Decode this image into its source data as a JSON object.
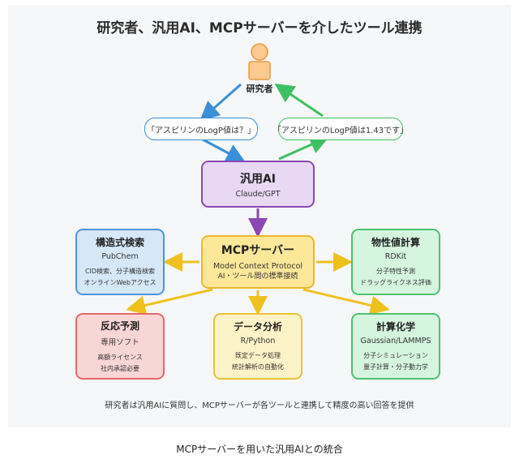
{
  "title": "研究者、汎用AI、MCPサーバーを介したツール連携",
  "person": {
    "label": "研究者"
  },
  "bubbles": {
    "question": "「アスピリンのLogP値は？」",
    "answer": "「アスピリンのLogP値は1.43です」"
  },
  "ai": {
    "title": "汎用AI",
    "subtitle": "Claude/GPT"
  },
  "mcp": {
    "title": "MCPサーバー",
    "line1": "Model Context Protocol",
    "line2": "AI・ツール間の標準接続"
  },
  "tools": [
    {
      "title": "構造式検索",
      "subtitle": "PubChem",
      "line1": "CID検索、分子構造検索",
      "line2": "オンラインWebアクセス"
    },
    {
      "title": "物性値計算",
      "subtitle": "RDKit",
      "line1": "分子特性予測",
      "line2": "ドラッグライクネス評価"
    },
    {
      "title": "反応予測",
      "subtitle": "専用ソフト",
      "line1": "高額ライセンス",
      "line2": "社内承認必要"
    },
    {
      "title": "データ分析",
      "subtitle": "R/Python",
      "line1": "既定データ処理",
      "line2": "統計解析の自動化"
    },
    {
      "title": "計算化学",
      "subtitle": "Gaussian/LAMMPS",
      "line1": "分子シミュレーション",
      "line2": "量子計算・分子動力学"
    }
  ],
  "footer": "研究者は汎用AIに質問し、MCPサーバーが各ツールと連携して精度の高い回答を提供",
  "caption": "MCPサーバーを用いた汎用AIとの統合",
  "colors": {
    "question_arrow": "#3a8fd8",
    "answer_arrow": "#3fc163",
    "ai_border": "#8c46b4",
    "mcp_border": "#e9b829",
    "tool_arrows": "#efc11f",
    "person_fill": "#fcc98f",
    "person_stroke": "#e69a42"
  }
}
